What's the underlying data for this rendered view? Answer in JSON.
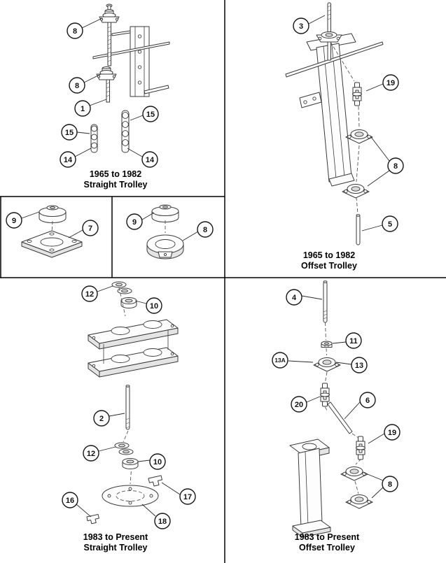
{
  "figure_type": "exploded-parts-diagram",
  "colors": {
    "ink": "#000000",
    "part_stroke": "#3a3a3a",
    "background": "#ffffff"
  },
  "panels": {
    "tl": {
      "title1": "1965 to 1982",
      "title2": "Straight Trolley",
      "callouts": {
        "a": "8",
        "b": "8",
        "c": "1",
        "d": "15",
        "e": "15",
        "f": "14",
        "g": "14"
      }
    },
    "ml1": {
      "callouts": {
        "a": "9",
        "b": "7"
      }
    },
    "ml2": {
      "callouts": {
        "a": "9",
        "b": "8"
      }
    },
    "tr": {
      "title1": "1965 to 1982",
      "title2": "Offset Trolley",
      "callouts": {
        "a": "3",
        "b": "19",
        "c": "8",
        "d": "5"
      }
    },
    "bl": {
      "title1": "1983 to Present",
      "title2": "Straight Trolley",
      "callouts": {
        "a": "12",
        "b": "10",
        "c": "2",
        "d": "12",
        "e": "10",
        "f": "16",
        "g": "17",
        "h": "18"
      }
    },
    "br": {
      "title1": "1983 to Present",
      "title2": "Offset Trolley",
      "callouts": {
        "a": "4",
        "b": "11",
        "c": "13A",
        "d": "13",
        "e": "20",
        "f": "6",
        "g": "19",
        "h": "8"
      }
    }
  }
}
